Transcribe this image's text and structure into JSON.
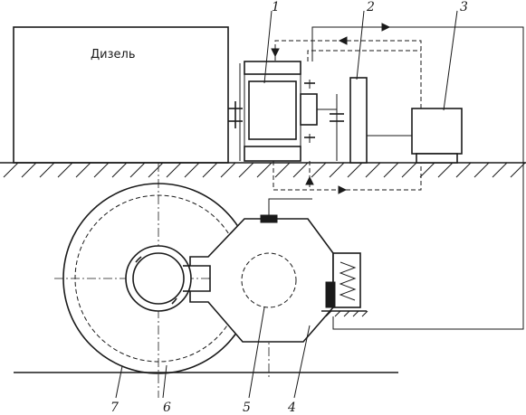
{
  "engine_label": "Дизель",
  "callouts": [
    "1",
    "2",
    "3",
    "4",
    "5",
    "6",
    "7"
  ]
}
